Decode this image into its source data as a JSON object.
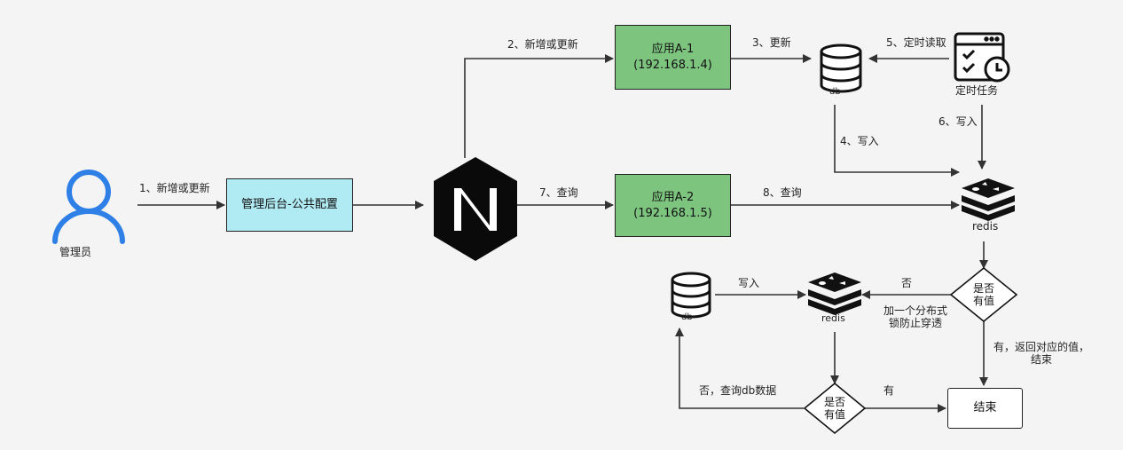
{
  "nodes": {
    "admin": "管理员",
    "admin_panel": "管理后台-公共配置",
    "app_a1_name": "应用A-1",
    "app_a1_ip": "(192.168.1.4)",
    "app_a2_name": "应用A-2",
    "app_a2_ip": "(192.168.1.5)",
    "db_top": "db",
    "db_bottom": "db",
    "scheduler": "定时任务",
    "redis_main": "redis",
    "redis_second": "redis",
    "decision_1": [
      "是否",
      "有值"
    ],
    "decision_2": [
      "是否",
      "有值"
    ],
    "end": "结束"
  },
  "edges": {
    "e1": "1、新增或更新",
    "e2": "2、新增或更新",
    "e3": "3、更新",
    "e4": "4、写入",
    "e5": "5、定时读取",
    "e6": "6、写入",
    "e7": "7、查询",
    "e8": "8、查询",
    "no_lock": [
      "加一个分布式",
      "锁防止穿透"
    ],
    "no": "否",
    "write": "写入",
    "yes_return": [
      "有，返回对应的值，",
      "结束"
    ],
    "no_query_db": "否，查询db数据",
    "yes": "有"
  },
  "colors": {
    "admin_icon": "#2f80e6",
    "panel_fill": "#b0eaf3",
    "app_fill": "#7dc57f",
    "nginx_fill": "#0a0a0a",
    "redis_fill": "#111111",
    "arrow": "#333333"
  },
  "icons": [
    "user-icon",
    "nginx-icon",
    "database-icon",
    "scheduler-icon",
    "redis-icon"
  ]
}
